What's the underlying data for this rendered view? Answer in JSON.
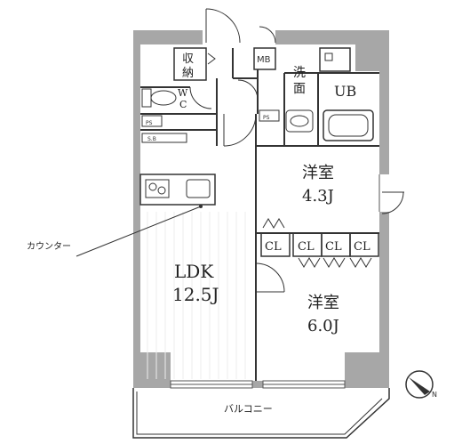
{
  "rooms": {
    "ldk_name": "LDK",
    "ldk_size": "12.5J",
    "western1_name": "洋室",
    "western1_size": "4.3J",
    "western2_name": "洋室",
    "western2_size": "6.0J",
    "unit_bath": "UB",
    "washroom_1": "洗",
    "washroom_2": "面",
    "storage_1": "収",
    "storage_2": "納",
    "meter_box": "MB",
    "toilet_1": "W",
    "toilet_2": "C",
    "balcony": "バルコニー"
  },
  "closets": [
    "CL",
    "CL",
    "CL",
    "CL"
  ],
  "annotations": {
    "counter": "カウンター",
    "north": "N",
    "ps_1": "PS",
    "ps_2": "PS",
    "shoe_cabinet": "S.B"
  },
  "colors": {
    "wall": "#a7a7a7",
    "wall_stroke": "#8a8a8a",
    "line": "#333333",
    "floor_line": "#e6e6e6"
  }
}
